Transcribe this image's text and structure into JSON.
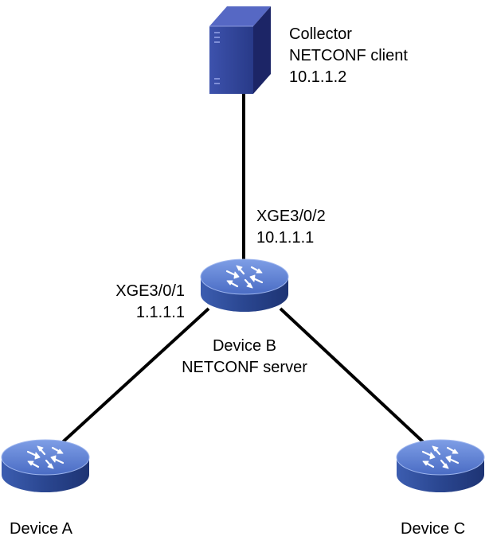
{
  "collector": {
    "line1": "Collector",
    "line2": "NETCONF client",
    "line3": "10.1.1.2"
  },
  "device_b": {
    "name": "Device B",
    "role": "NETCONF server",
    "port_up": {
      "name": "XGE3/0/2",
      "ip": "10.1.1.1"
    },
    "port_left": {
      "name": "XGE3/0/1",
      "ip": "1.1.1.1"
    }
  },
  "device_a": {
    "name": "Device A"
  },
  "device_c": {
    "name": "Device C"
  },
  "colors": {
    "link": "#000000",
    "router_top": "#5e82d6",
    "router_side": "#2c4c9c",
    "router_arrows": "#ffffff",
    "server_front": "#33449a",
    "server_side": "#1c2566"
  },
  "icons": {
    "collector": "server-tower-icon",
    "devices": "router-icon"
  }
}
